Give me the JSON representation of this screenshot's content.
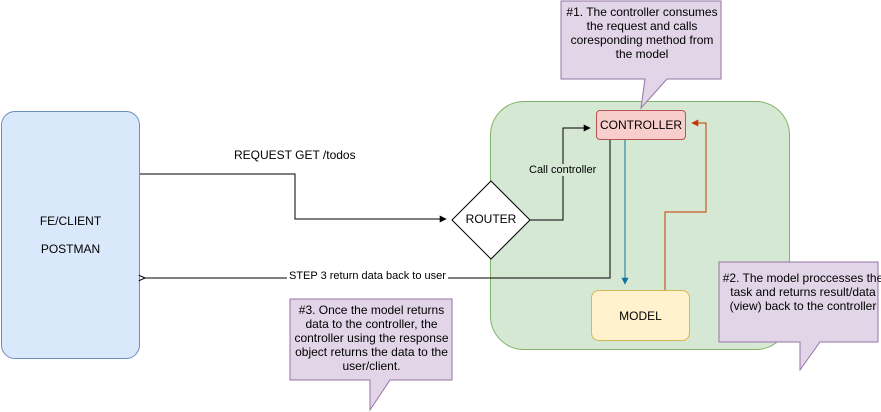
{
  "client": {
    "line1": "FE/CLIENT",
    "line2": "POSTMAN"
  },
  "router": {
    "label": "ROUTER"
  },
  "controller": {
    "label": "CONTROLLER"
  },
  "model": {
    "label": "MODEL"
  },
  "edges": {
    "request": "REQUEST GET /todos",
    "call_controller": "Call controller",
    "step3": "STEP 3 return data back to user"
  },
  "notes": {
    "note1": "#1. The controller consumes the request and calls coresponding method from the model",
    "note2": "#2. The model proccesses the task and returns result/data (view) back to the controller",
    "note3": "#3. Once the model returns data to the controller, the controller using the response object returns the data to the user/client."
  },
  "colors": {
    "client_fill": "#dae8fc",
    "mvc_fill": "#d5e8d4",
    "controller_fill": "#f8cecc",
    "model_fill": "#fff2cc",
    "note_fill": "#e1d5e7",
    "controller_to_model_arrow": "#10739e",
    "model_to_controller_arrow": "#c73500"
  }
}
